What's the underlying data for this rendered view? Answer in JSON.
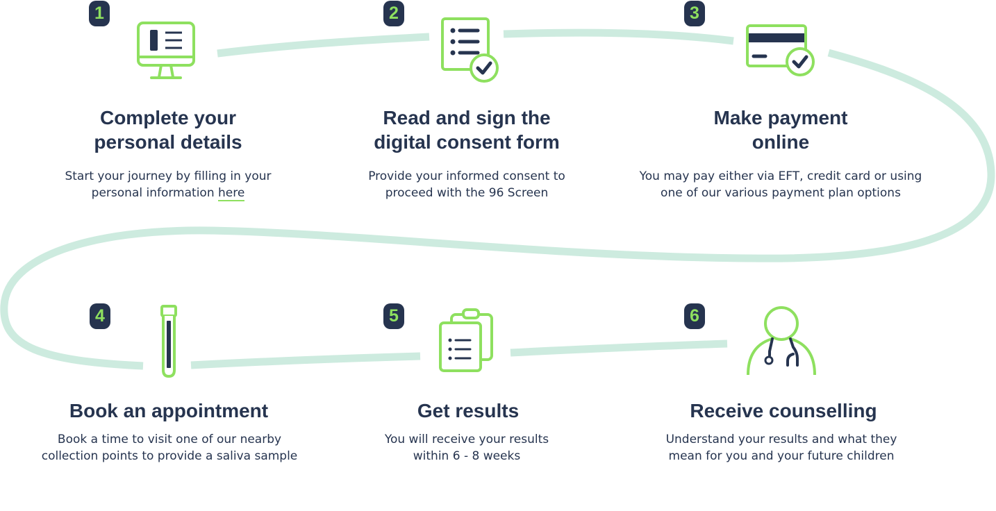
{
  "colors": {
    "navy": "#26344f",
    "green": "#8ee05f",
    "path": "#cdebdf"
  },
  "steps": [
    {
      "number": "1",
      "icon": "computer-monitor-icon",
      "title": [
        "Complete your",
        "personal details"
      ],
      "desc": [
        "Start your journey by filling in your",
        "personal information "
      ],
      "link": "here"
    },
    {
      "number": "2",
      "icon": "checklist-form-icon",
      "title": [
        "Read and sign the",
        "digital consent form"
      ],
      "desc": [
        "Provide your informed consent to",
        "proceed with the 96 Screen"
      ]
    },
    {
      "number": "3",
      "icon": "credit-card-check-icon",
      "title": [
        "Make payment",
        "online"
      ],
      "desc": [
        "You may pay either via EFT, credit card or using",
        "one of our various payment plan options"
      ]
    },
    {
      "number": "4",
      "icon": "test-tube-icon",
      "title": [
        "Book an appointment"
      ],
      "desc": [
        "Book a time to visit one of our nearby",
        "collection points to provide a saliva sample"
      ]
    },
    {
      "number": "5",
      "icon": "clipboard-list-icon",
      "title": [
        "Get results"
      ],
      "desc": [
        "You will receive your results",
        "within 6 - 8 weeks"
      ]
    },
    {
      "number": "6",
      "icon": "doctor-stethoscope-icon",
      "title": [
        "Receive counselling"
      ],
      "desc": [
        "Understand your results and what they",
        "mean for you and your future children"
      ]
    }
  ]
}
